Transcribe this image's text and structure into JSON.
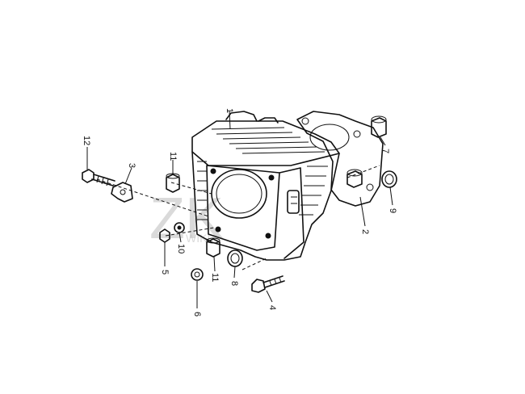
{
  "callouts": {
    "c1": "1",
    "c2": "2",
    "c3": "3",
    "c4": "4",
    "c5": "5",
    "c6": "6",
    "c7": "7",
    "c8": "8",
    "c9": "9",
    "c10": "10",
    "c11a": "11",
    "c11b": "11",
    "c12": "12"
  },
  "watermark": {
    "main": "ZK",
    "sub": "WIKI"
  }
}
